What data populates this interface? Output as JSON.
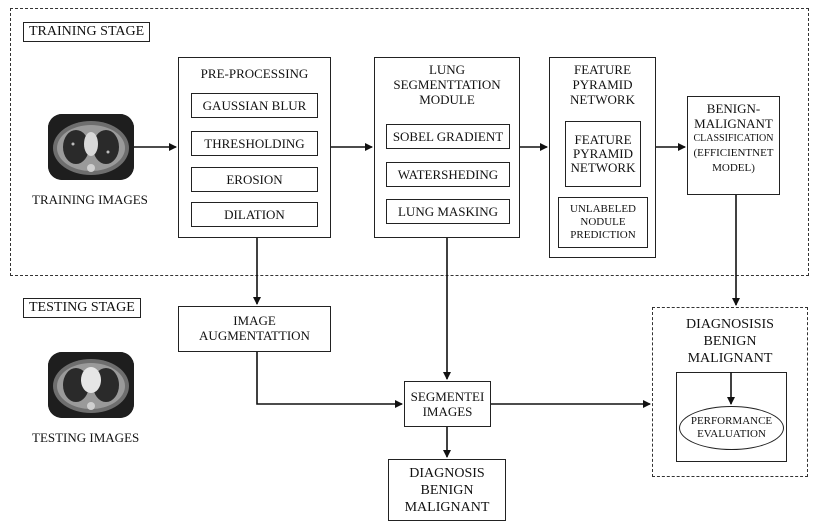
{
  "training_stage": {
    "label": "TRAINING STAGE",
    "training_images_caption": "TRAINING IMAGES",
    "preprocessing": {
      "title": "PRE-PROCESSING",
      "steps": [
        "GAUSSIAN BLUR",
        "THRESHOLDING",
        "EROSION",
        "DILATION"
      ]
    },
    "segmentation": {
      "title_line1": "LUNG",
      "title_line2": "SEGMENTTATION",
      "title_line3": "MODULE",
      "steps": [
        "SOBEL GRADIENT",
        "WATERSHEDING",
        "LUNG MASKING"
      ]
    },
    "fpn": {
      "title_line1": "FEATURE",
      "title_line2": "PYRAMID",
      "title_line3": "NETWORK",
      "inner_line1": "FEATURE",
      "inner_line2": "PYRAMID",
      "inner_line3": "NETWORK",
      "nodule_line1": "UNLABELED",
      "nodule_line2": "NODULE",
      "nodule_line3": "PREDICTION"
    },
    "classification": {
      "line1": "BENIGN-",
      "line2": "MALIGNANT",
      "line3": "CLASSIFICATION",
      "line4": "(EFFICIENTNET",
      "line5": "MODEL)"
    }
  },
  "testing_stage": {
    "label": "TESTING STAGE",
    "testing_images_caption": "TESTING IMAGES",
    "augmentation": {
      "line1": "IMAGE",
      "line2": "AUGMENTATTION"
    },
    "segmented": {
      "line1": "SEGMENTEI",
      "line2": "IMAGES"
    },
    "diagnosis": {
      "line1": "DIAGNOSIS",
      "line2": "BENIGN",
      "line3": "MALIGNANT"
    },
    "diagnosis_box": {
      "line1": "DIAGNOSISIS",
      "line2": "BENIGN",
      "line3": "MALIGNANT",
      "performance_line1": "PERFORMANCE",
      "performance_line2": "EVALUATION"
    }
  }
}
